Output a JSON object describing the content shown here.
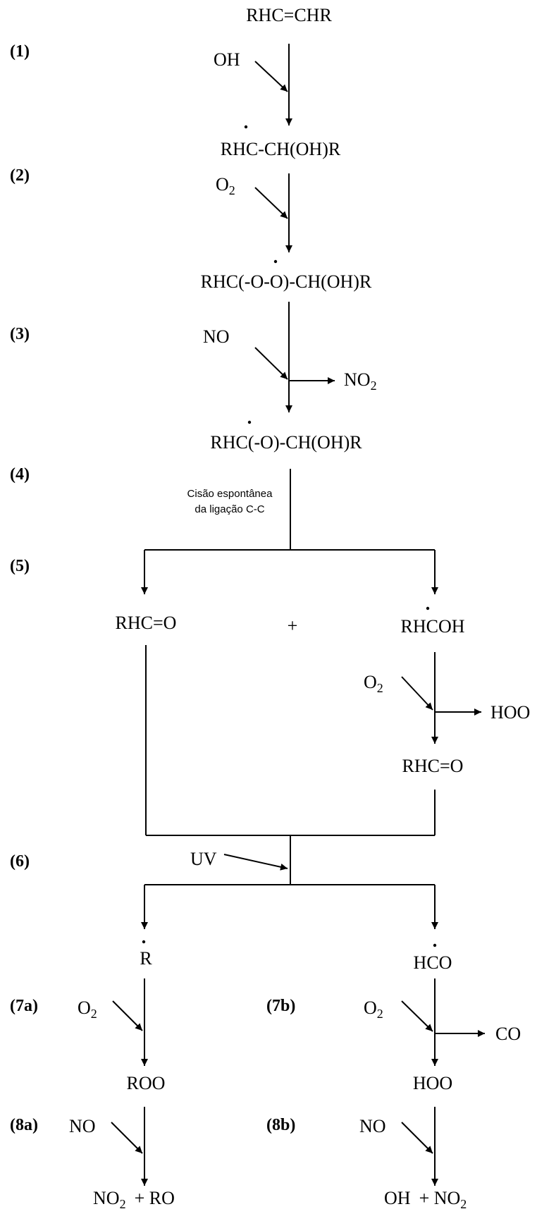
{
  "steps": {
    "s1": "(1)",
    "s2": "(2)",
    "s3": "(3)",
    "s4": "(4)",
    "s5": "(5)",
    "s6": "(6)",
    "s7a": "(7a)",
    "s7b": "(7b)",
    "s8a": "(8a)",
    "s8b": "(8b)"
  },
  "species": {
    "alkene": "RHC=CHR",
    "oh_radical": "OH",
    "hydroxyalkyl": "RHC-CH(OH)R",
    "o2_base": "O",
    "o2_sub": "2",
    "peroxy": "RHC(-O-O)-CH(OH)R",
    "no": "NO",
    "no2_base": "NO",
    "no2_sub": "2",
    "alkoxy": "RHC(-O)-CH(OH)R",
    "cleavage_note_line1": "Cisão espontânea",
    "cleavage_note_line2": "da ligação C-C",
    "aldehyde_left": "RHC=O",
    "plus": "+",
    "rhcoh": "RHCOH",
    "hoo": "HOO",
    "aldehyde_right": "RHC=O",
    "uv": "UV",
    "r_radical": "R",
    "hco": "HCO",
    "co": "CO",
    "roo": "ROO",
    "ro": "+ RO",
    "oh_product": "OH",
    "plus_no2": "+ NO"
  }
}
